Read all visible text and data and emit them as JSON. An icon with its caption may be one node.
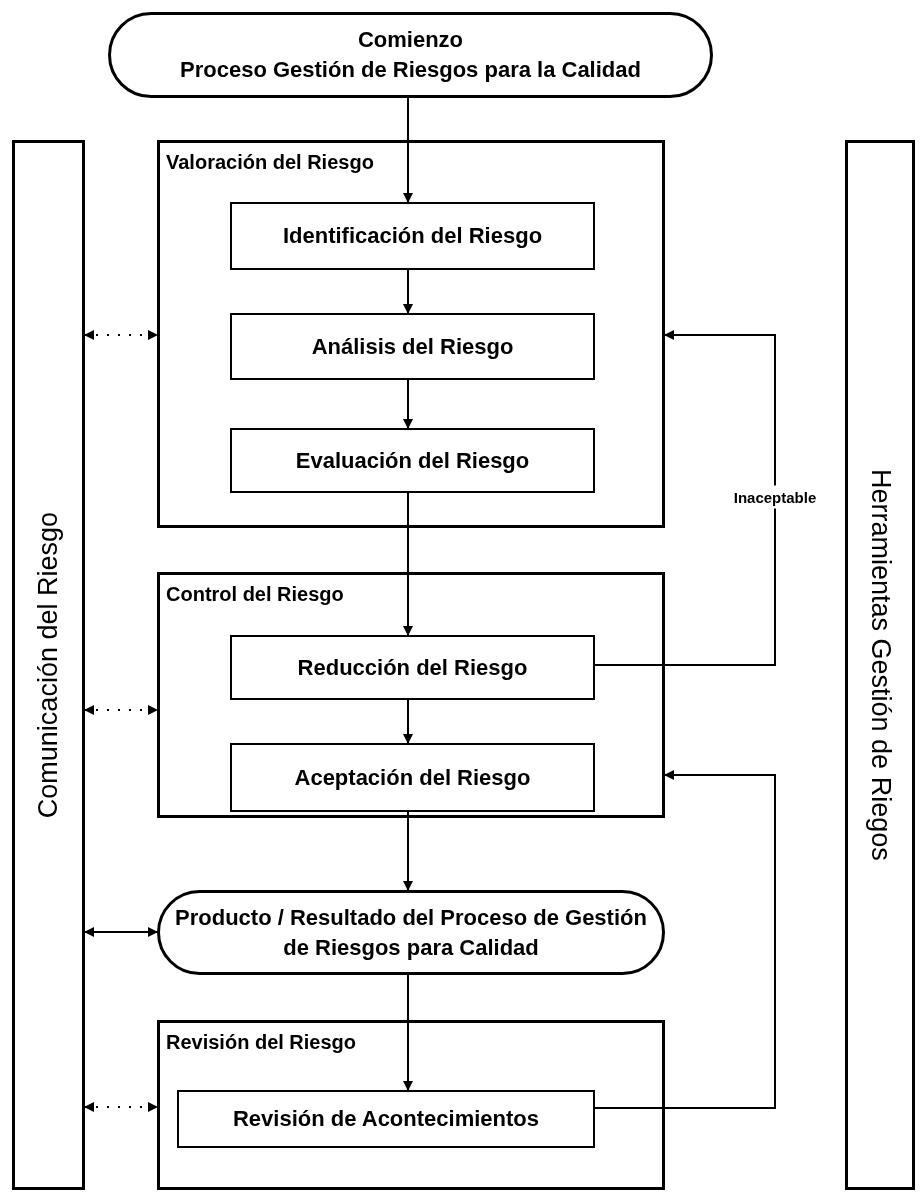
{
  "diagram": {
    "nodes": [
      {
        "text": [
          "Comienzo",
          "Proceso Gestión de Riesgos para la Calidad"
        ]
      },
      {
        "text": [
          "Comunicación del Riesgo"
        ]
      },
      {
        "text": [
          "Valoración del Riesgo"
        ]
      },
      {
        "text": [
          "Identificación del Riesgo"
        ],
        "in": 2
      },
      {
        "text": [
          "Análisis del Riesgo"
        ],
        "in": 2
      },
      {
        "text": [
          "Evaluación del Riesgo"
        ],
        "in": 2
      },
      {
        "text": [
          "Control del Riesgo"
        ]
      },
      {
        "text": [
          "Reducción del Riesgo"
        ],
        "in": 6
      },
      {
        "text": [
          "Aceptación del Riesgo"
        ],
        "in": 6
      },
      {
        "text": [
          "Producto / Resultado del Proceso de Gestión de Riesgos para Calidad"
        ]
      },
      {
        "text": [
          "Revisión del Riesgo"
        ]
      },
      {
        "text": [
          "Revisión de Acontecimientos"
        ],
        "in": 10
      },
      {
        "text": [
          "Herramientas Gestión de Riegos"
        ]
      }
    ],
    "edges": [
      {
        "from": 0,
        "to": 3,
        "arrow": "to"
      },
      {
        "from": 3,
        "to": 4,
        "arrow": "to"
      },
      {
        "from": 4,
        "to": 5,
        "arrow": "to"
      },
      {
        "from": 5,
        "to": 7,
        "arrow": "to"
      },
      {
        "from": 7,
        "to": 8,
        "arrow": "to"
      },
      {
        "from": 8,
        "to": 9,
        "arrow": "to"
      },
      {
        "from": 9,
        "to": 11,
        "arrow": "to"
      },
      {
        "from": 7,
        "to": 2,
        "arrow": "to",
        "label": "Inaceptable"
      },
      {
        "from": 11,
        "to": 6,
        "arrow": "to"
      },
      {
        "from": 1,
        "to": 2,
        "arrow": "both",
        "style": "dashed"
      },
      {
        "from": 1,
        "to": 6,
        "arrow": "both",
        "style": "dashed"
      },
      {
        "from": 1,
        "to": 9,
        "arrow": "both"
      },
      {
        "from": 1,
        "to": 10,
        "arrow": "both",
        "style": "dashed"
      }
    ]
  }
}
